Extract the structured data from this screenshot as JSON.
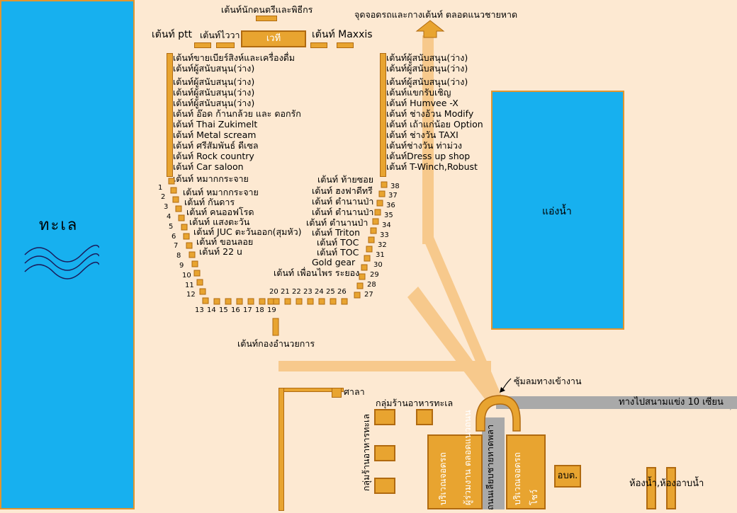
{
  "map": {
    "sea": "ทะเล",
    "pond": "แอ่งน้ำ",
    "top_band": "เต้นท์นักดนตรีและพิธีกร",
    "stage": "เวที",
    "parking_top": "จุดจอดรถและกางเต้นท์ ตลอดแนวชายหาด",
    "tent_ptt": "เต้นท์ ptt",
    "tent_viva": "เต้นท์ไววา",
    "tent_maxxis": "เต้นท์ Maxxis",
    "entrance_arch": "ซุ้มลมทางเข้างาน",
    "to_racetrack": "ทางไปสนามแข่ง 10 เซียน",
    "sala": "ศาลา",
    "seafood_group": "กลุ่มร้านอาหารทะเล",
    "seafood_vertical": "กลุ่มร้านอาหารทะเล",
    "tent_office": "เต้นท์กองอำนวยการ",
    "parking_participants": "บริเวณจอดรถ",
    "participants_along": "ผู้ร่วมงาน ตลอดแนวถนน",
    "beach_road": "ถนนเลียบชายหาดพลา",
    "parking_show": "บริเวณจอดรถ",
    "show": "โชว์",
    "obt": "อบต.",
    "restroom": "ห้องน้ำ,ห้องอาบน้ำ"
  },
  "left_column": [
    "เต้นท์ขายเบียร์สิงห์และเครื่องดื่ม",
    "เต้นท์ผู้สนับสนุน(ว่าง)",
    "เต้นท์ผู้สนับสนุน(ว่าง)",
    "เต้นท์ผู้สนับสนุน(ว่าง)",
    "เต้นท์ผู้สนับสนุน(ว่าง)",
    "เต้นท์ อ๊อด ก้านกล้วย และ ดอกรัก",
    "เต้นท์ Thai Zukimelt",
    "เต้นท์ Metal scream",
    "เต้นท์ ศรีสัมพันธ์ ดีเซล",
    "เต้นท์ Rock country",
    "เต้นท์ Car saloon",
    "เต้นท์ หมากกระจาย"
  ],
  "right_column": [
    "เต้นท์ผู้สนับสนุน(ว่าง)",
    "เต้นท์ผู้สนับสนุน(ว่าง)",
    "เต้นท์ผู้สนับสนุน(ว่าง)",
    "เต้นท์แขกรับเชิญ",
    "เต้นท์ Humvee -X",
    "เต้นท์ ช่างอ้วน Modify",
    "เต้นท์ เถ้าแก่น้อย Option",
    "เต้นท์ ช่างวัน TAXI",
    "เต้นท์ช่างวัน ท่าม่วง",
    "เต้นท์Dress up shop",
    "เต้นท์ T-Winch,Robust"
  ],
  "inner_left": [
    "เต้นท์ หมากกระจาย",
    "เต้นท์ กันดาร",
    "เต้นท์ คนออฟโรด",
    "เต้นท์ แสงตะวัน",
    "เต้นท์ JUC ตะวันออก(สุมหัว)",
    "เต้นท์ ขอนลอย",
    "เต้นท์ 22 u"
  ],
  "inner_right": [
    "เต้นท์ ท้ายซอย",
    "เต้นท์ ฮงฟาดีทรี",
    "เต้นท์ ตำนานป่า",
    "เต้นท์ ตำนานป่า",
    "เต้นท์ ตำนานป่า",
    "เต้นท์ Triton",
    "เต้นท์ TOC",
    "เต้นท์ TOC",
    "Gold gear",
    "เต้นท์ เพื่อนไพร ระยอง"
  ],
  "num_left": [
    "1",
    "2",
    "3",
    "4",
    "5",
    "6",
    "7",
    "8",
    "9",
    "10",
    "11",
    "12"
  ],
  "num_bottom_left": [
    "13",
    "14",
    "15",
    "16",
    "17",
    "18",
    "19"
  ],
  "num_bottom_right": [
    "20",
    "21",
    "22",
    "23",
    "24",
    "25",
    "26"
  ],
  "num_right": [
    "38",
    "37",
    "36",
    "35",
    "34",
    "33",
    "32",
    "31",
    "30",
    "29",
    "28",
    "27"
  ],
  "colors": {
    "sea": "#17b0ef",
    "tent": "#e8a430",
    "road": "#f7c98c",
    "background": "#fde9d2"
  }
}
